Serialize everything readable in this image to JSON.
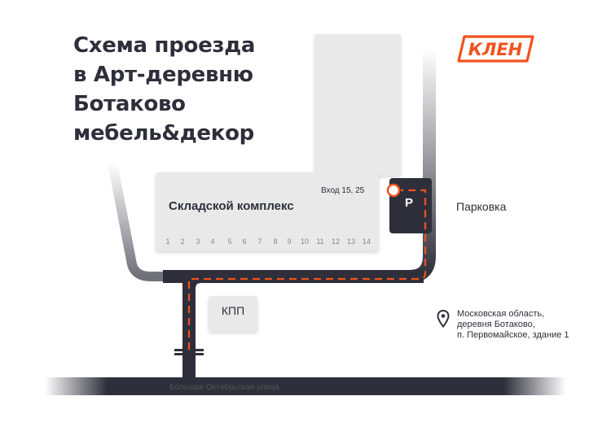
{
  "title": {
    "lines": [
      "Схема проезда",
      "в Арт-деревню",
      "Ботаково",
      "мебель&декор"
    ]
  },
  "logo": {
    "text": "КЛЕН"
  },
  "buildings": {
    "warehouse_label": "Складской комплекс",
    "entrance_label": "Вход 15, 25",
    "section_numbers": [
      "1",
      "2",
      "3",
      "4",
      "5",
      "6",
      "7",
      "8",
      "9",
      "10",
      "11",
      "12",
      "13",
      "14"
    ]
  },
  "parking": {
    "label": "Парковка",
    "sign": "P"
  },
  "checkpoint": {
    "label": "КПП"
  },
  "street": {
    "label": "Большая Октябрьская улица"
  },
  "address": {
    "lines": [
      "Московская область,",
      "деревня Ботаково,",
      "п. Первомайское, здание 1"
    ]
  },
  "colors": {
    "road": "#2e2f3a",
    "route": "#f0521e",
    "building": "#e9e9ea",
    "text": "#2e2f3a",
    "accent": "#f0521e"
  },
  "icons": [
    "location-pin-icon",
    "parking-icon",
    "entrance-marker-icon"
  ]
}
